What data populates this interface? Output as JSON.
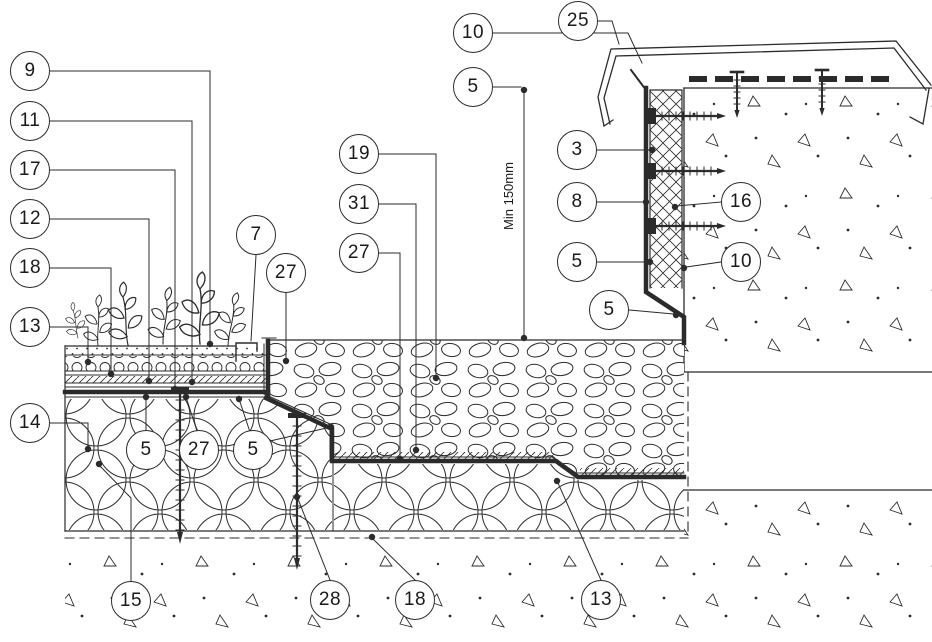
{
  "drawing": {
    "min_dim_label": "Min 150mm",
    "callouts": [
      {
        "label": "9"
      },
      {
        "label": "11"
      },
      {
        "label": "17"
      },
      {
        "label": "12"
      },
      {
        "label": "18"
      },
      {
        "label": "13"
      },
      {
        "label": "14"
      },
      {
        "label": "5"
      },
      {
        "label": "27"
      },
      {
        "label": "5"
      },
      {
        "label": "15"
      },
      {
        "label": "7"
      },
      {
        "label": "27"
      },
      {
        "label": "19"
      },
      {
        "label": "31"
      },
      {
        "label": "27"
      },
      {
        "label": "28"
      },
      {
        "label": "18"
      },
      {
        "label": "13"
      },
      {
        "label": "10"
      },
      {
        "label": "25"
      },
      {
        "label": "5"
      },
      {
        "label": "3"
      },
      {
        "label": "8"
      },
      {
        "label": "16"
      },
      {
        "label": "5"
      },
      {
        "label": "10"
      },
      {
        "label": "5"
      }
    ]
  }
}
